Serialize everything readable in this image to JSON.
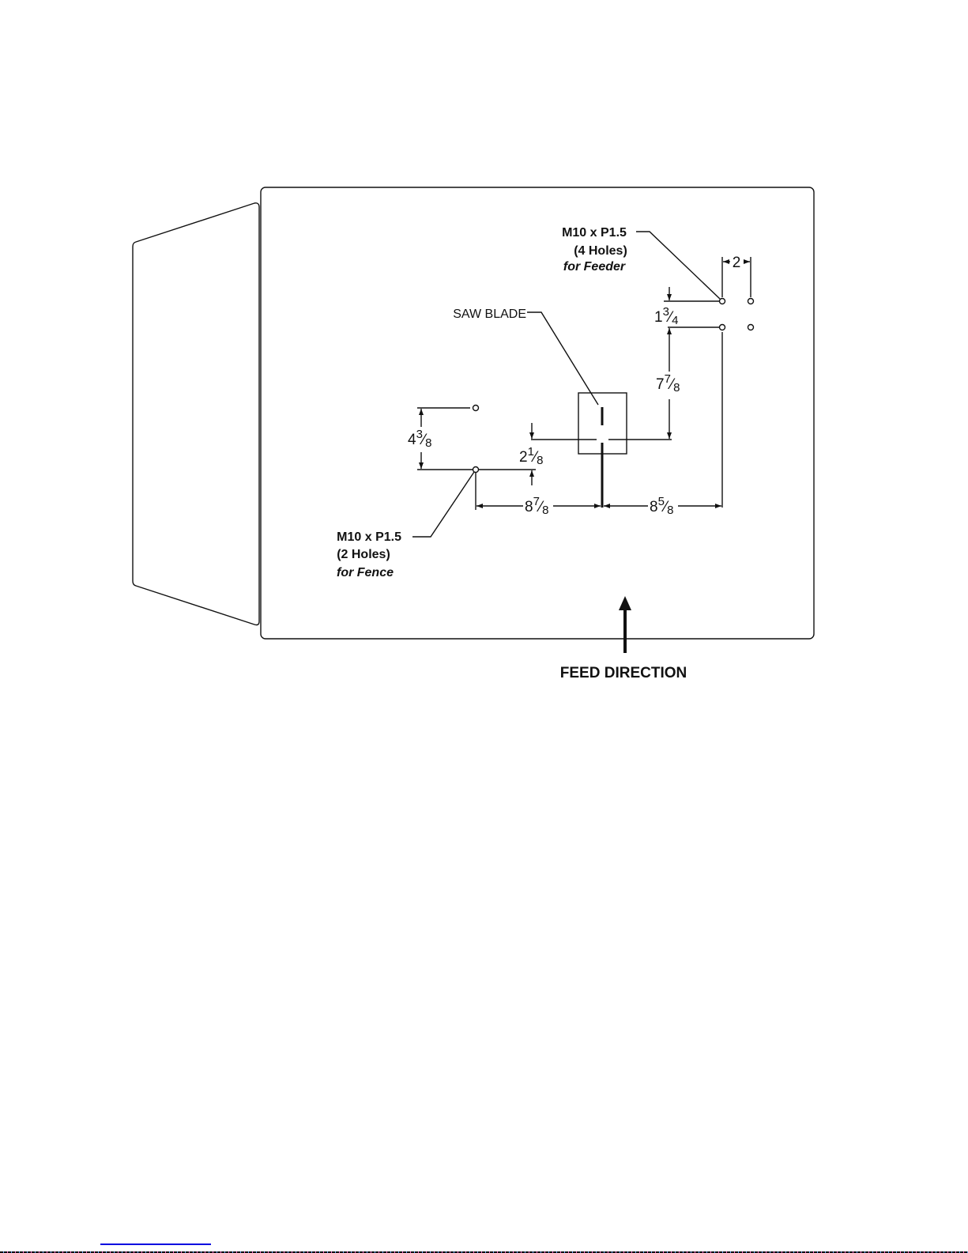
{
  "labels": {
    "saw_blade": "SAW BLADE",
    "feeder_spec": "M10 x P1.5",
    "feeder_holes": "(4 Holes)",
    "feeder_use": "for Feeder",
    "fence_spec": "M10 x P1.5",
    "fence_holes": "(2 Holes)",
    "fence_use": "for Fence",
    "feed_direction": "FEED DIRECTION"
  },
  "dimensions": {
    "feeder_spacing_x": {
      "whole": "2",
      "num": "",
      "den": ""
    },
    "feeder_spacing_y": {
      "whole": "1",
      "num": "3",
      "den": "4"
    },
    "blade_to_feeder_y": {
      "whole": "7",
      "num": "7",
      "den": "8"
    },
    "fence_spacing_y": {
      "whole": "4",
      "num": "3",
      "den": "8"
    },
    "fence_to_blade_y": {
      "whole": "2",
      "num": "1",
      "den": "8"
    },
    "fence_to_blade_x": {
      "whole": "8",
      "num": "7",
      "den": "8"
    },
    "blade_to_feeder_x": {
      "whole": "8",
      "num": "5",
      "den": "8"
    }
  },
  "colors": {
    "line": "#111111",
    "link": "#0000e0"
  }
}
